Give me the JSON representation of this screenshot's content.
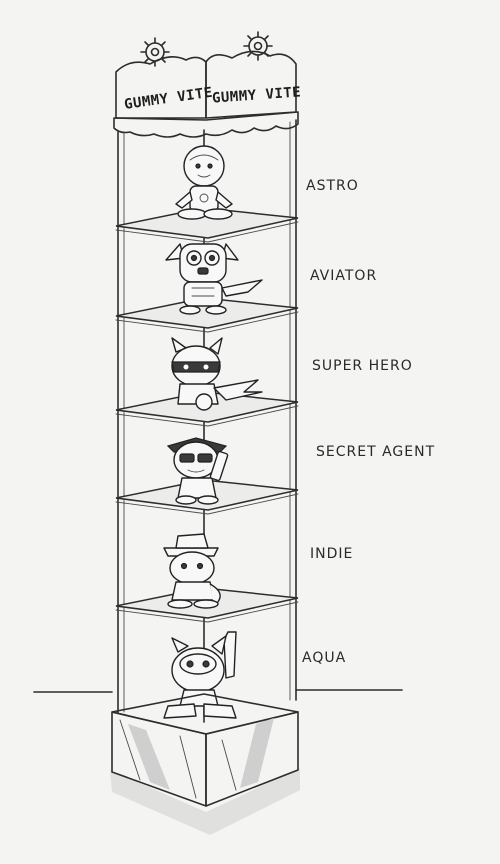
{
  "title": "",
  "header": {
    "brand_left": "GUMMY VITE",
    "brand_right": "GUMMY VITE"
  },
  "shelves": [
    {
      "label": "ASTRO"
    },
    {
      "label": "AVIATOR"
    },
    {
      "label": "SUPER HERO"
    },
    {
      "label": "SECRET AGENT"
    },
    {
      "label": "INDIE"
    },
    {
      "label": "AQUA"
    }
  ]
}
